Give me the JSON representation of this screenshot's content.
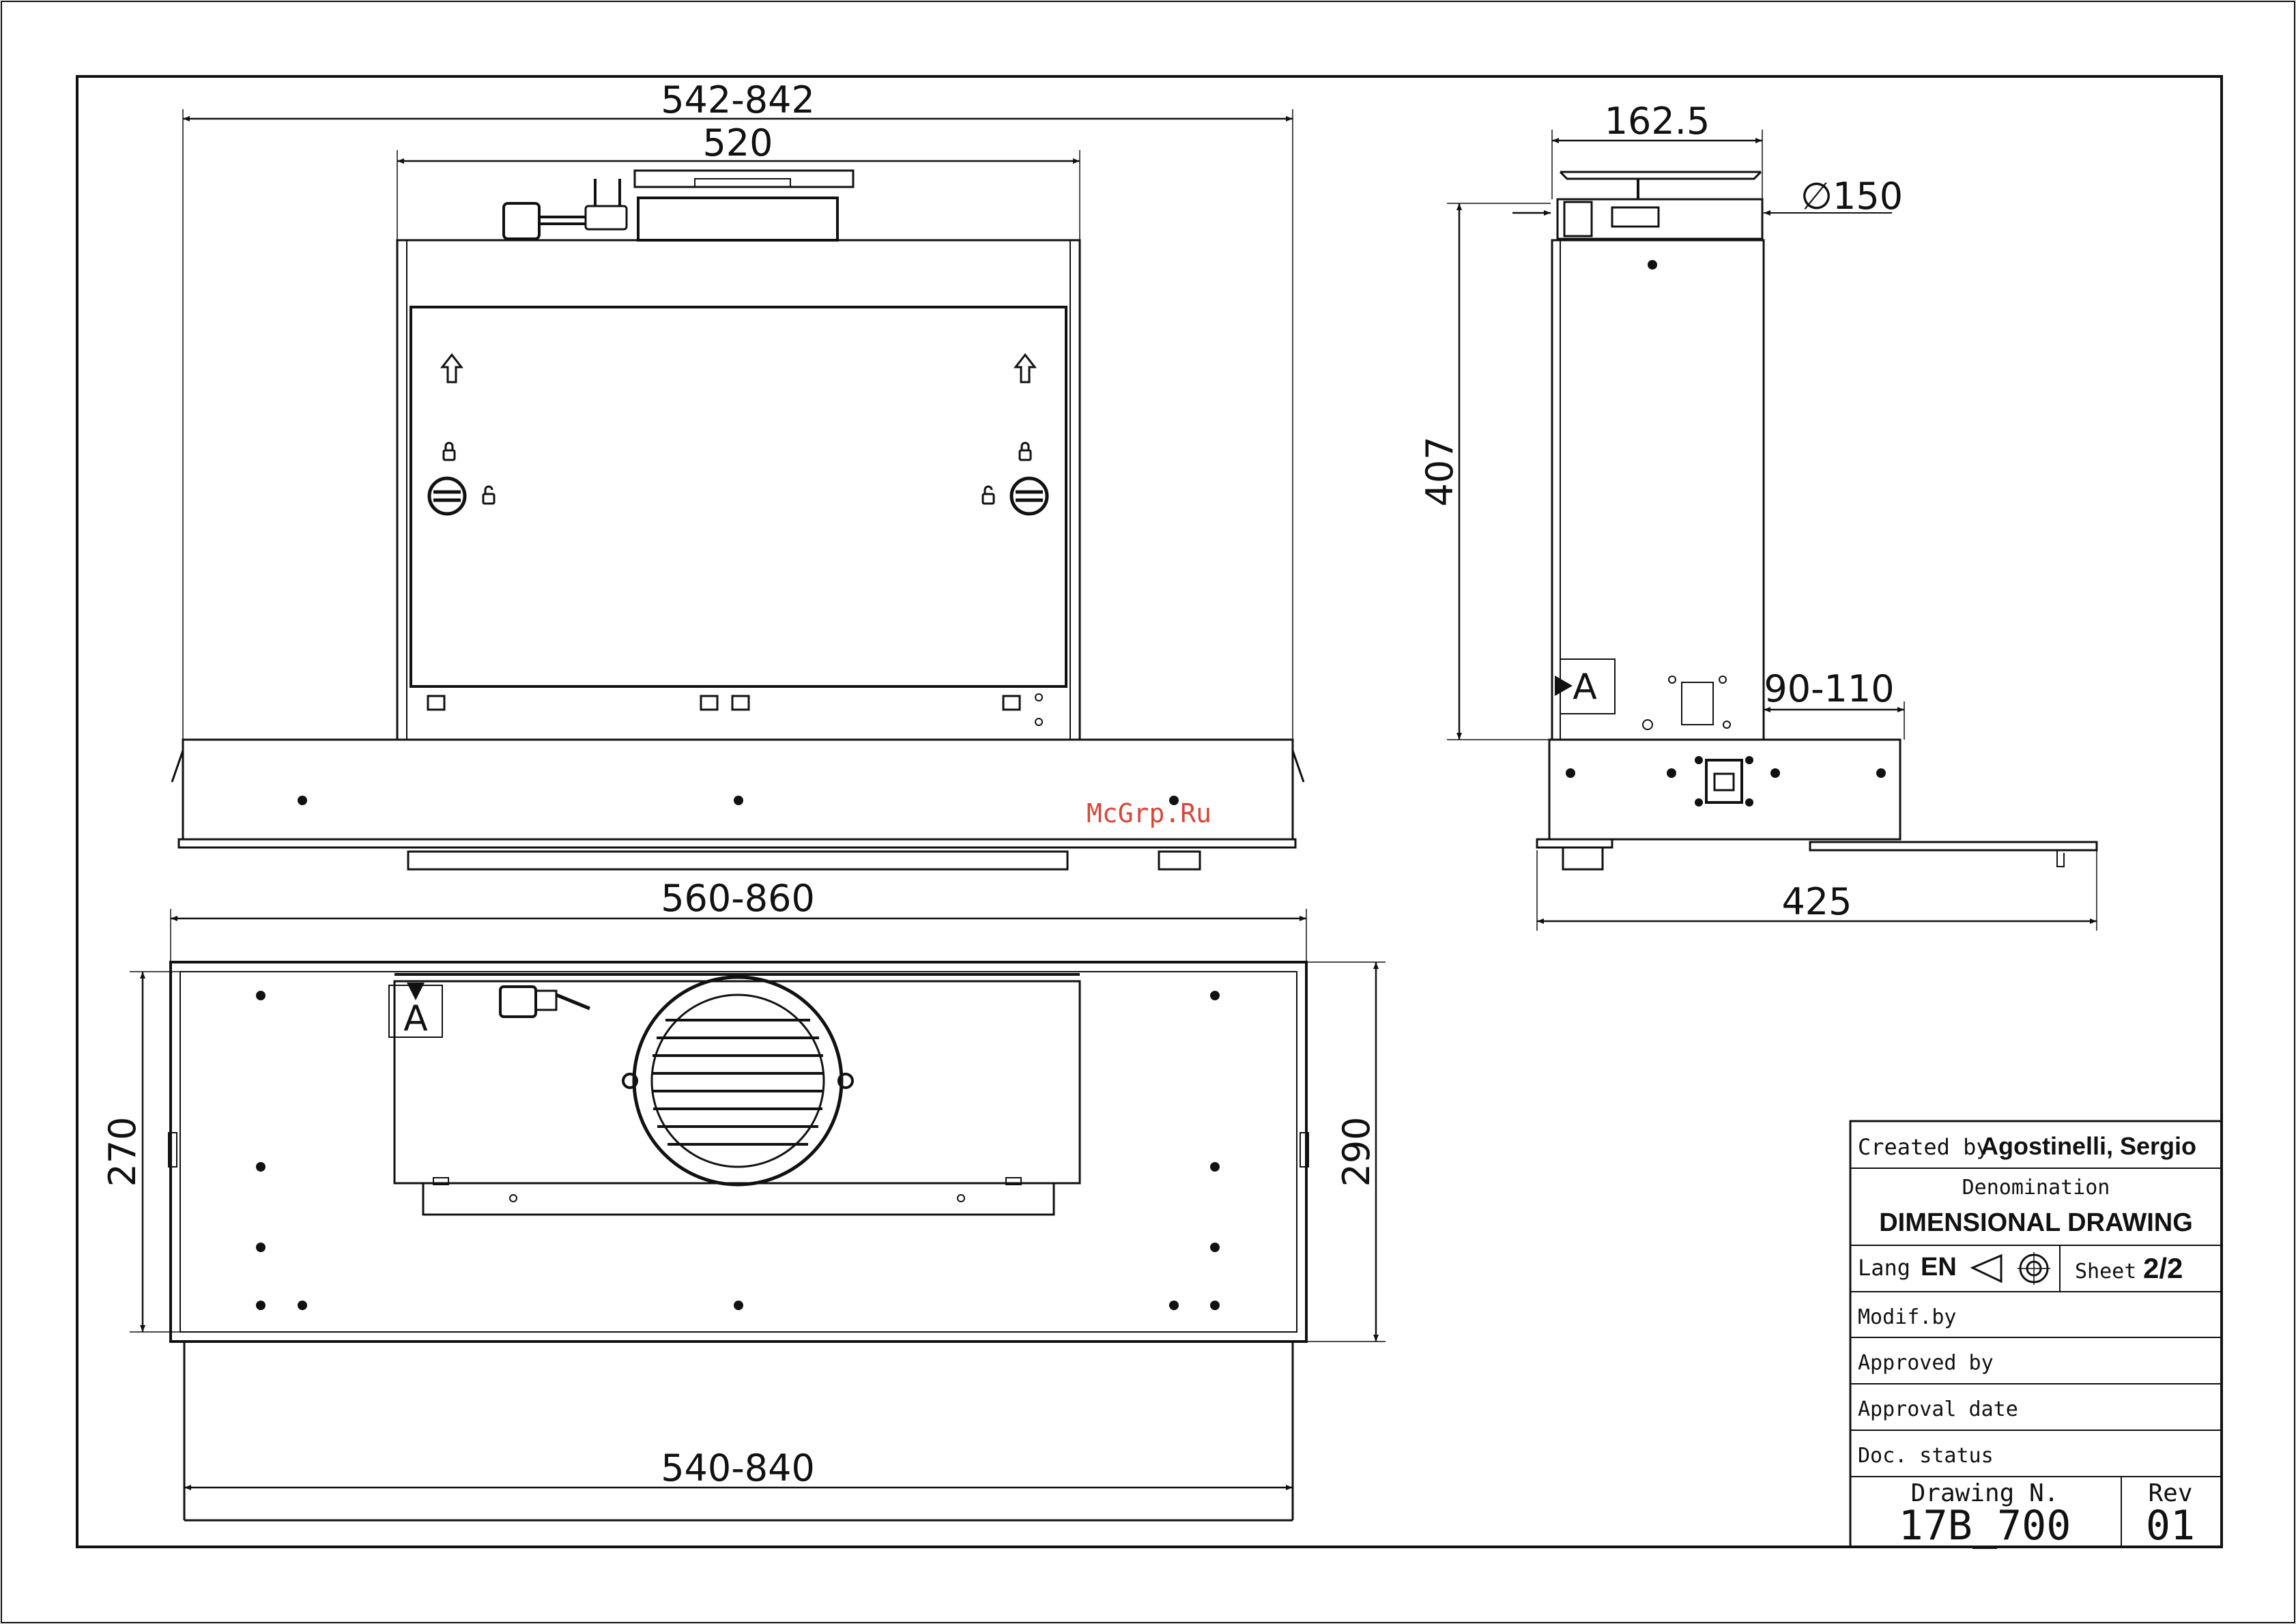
{
  "watermark": "McGrp.Ru",
  "front_view": {
    "overall_width": "542-842",
    "body_width": "520"
  },
  "top_view": {
    "top_width": "560-860",
    "bottom_width": "540-840",
    "depth_inner": "270",
    "depth_outer": "290",
    "section_marker": "A"
  },
  "side_view": {
    "width": "162.5",
    "duct_diameter": "∅150",
    "height": "407",
    "depth": "425",
    "extension": "90-110",
    "section_marker": "A"
  },
  "title_block": {
    "created_by_label": "Created by",
    "created_by_value": "Agostinelli, Sergio",
    "denomination_label": "Denomination",
    "denomination_value": "DIMENSIONAL DRAWING",
    "lang_label": "Lang",
    "lang_value": "EN",
    "sheet_label": "Sheet",
    "sheet_value": "2/2",
    "modif_label": "Modif.by",
    "approved_label": "Approved by",
    "approval_date_label": "Approval date",
    "doc_status_label": "Doc. status",
    "drawing_no_label": "Drawing N.",
    "drawing_no_value": "17B_700",
    "rev_label": "Rev",
    "rev_value": "01"
  }
}
